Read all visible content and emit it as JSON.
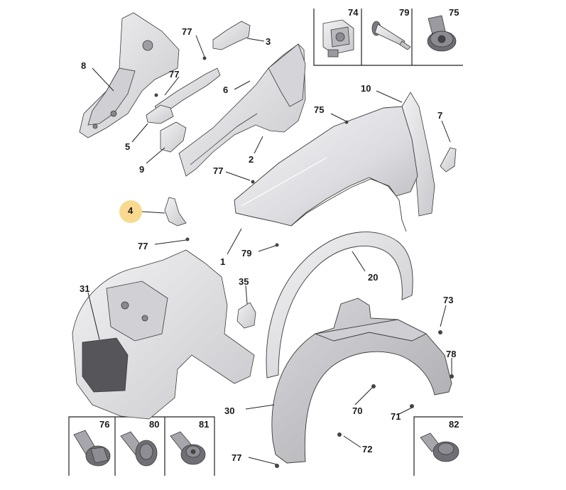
{
  "colors": {
    "part_fill": "#e3e3e5",
    "part_shadow": "#b9b9bd",
    "part_dark": "#6b6b70",
    "outline": "#3a3a3a",
    "highlight": "#f7d27a",
    "text": "#1a1a1a"
  },
  "callouts": [
    {
      "id": "c8",
      "label": "8"
    },
    {
      "id": "c77a",
      "label": "77"
    },
    {
      "id": "c3",
      "label": "3"
    },
    {
      "id": "c77b",
      "label": "77"
    },
    {
      "id": "c6",
      "label": "6"
    },
    {
      "id": "c5",
      "label": "5"
    },
    {
      "id": "c9",
      "label": "9"
    },
    {
      "id": "c2",
      "label": "2"
    },
    {
      "id": "c77c",
      "label": "77"
    },
    {
      "id": "c10",
      "label": "10"
    },
    {
      "id": "c75",
      "label": "75"
    },
    {
      "id": "c7",
      "label": "7"
    },
    {
      "id": "c4",
      "label": "4"
    },
    {
      "id": "c77d",
      "label": "77"
    },
    {
      "id": "c1",
      "label": "1"
    },
    {
      "id": "c79",
      "label": "79"
    },
    {
      "id": "c20",
      "label": "20"
    },
    {
      "id": "c31",
      "label": "31"
    },
    {
      "id": "c35",
      "label": "35"
    },
    {
      "id": "c73",
      "label": "73"
    },
    {
      "id": "c78",
      "label": "78"
    },
    {
      "id": "c30",
      "label": "30"
    },
    {
      "id": "c70",
      "label": "70"
    },
    {
      "id": "c71",
      "label": "71"
    },
    {
      "id": "c72",
      "label": "72"
    },
    {
      "id": "c77e",
      "label": "77"
    }
  ],
  "fastener_boxes": {
    "top": [
      {
        "label": "74",
        "icon": "clip-nut-icon"
      },
      {
        "label": "79",
        "icon": "push-rivet-icon"
      },
      {
        "label": "75",
        "icon": "flange-screw-icon"
      }
    ],
    "bottom_left": [
      {
        "label": "76",
        "icon": "flange-bolt-icon"
      },
      {
        "label": "80",
        "icon": "shoulder-bolt-icon"
      },
      {
        "label": "81",
        "icon": "torx-bolt-icon"
      }
    ],
    "bottom_right": [
      {
        "label": "82",
        "icon": "captive-bolt-icon"
      }
    ]
  }
}
